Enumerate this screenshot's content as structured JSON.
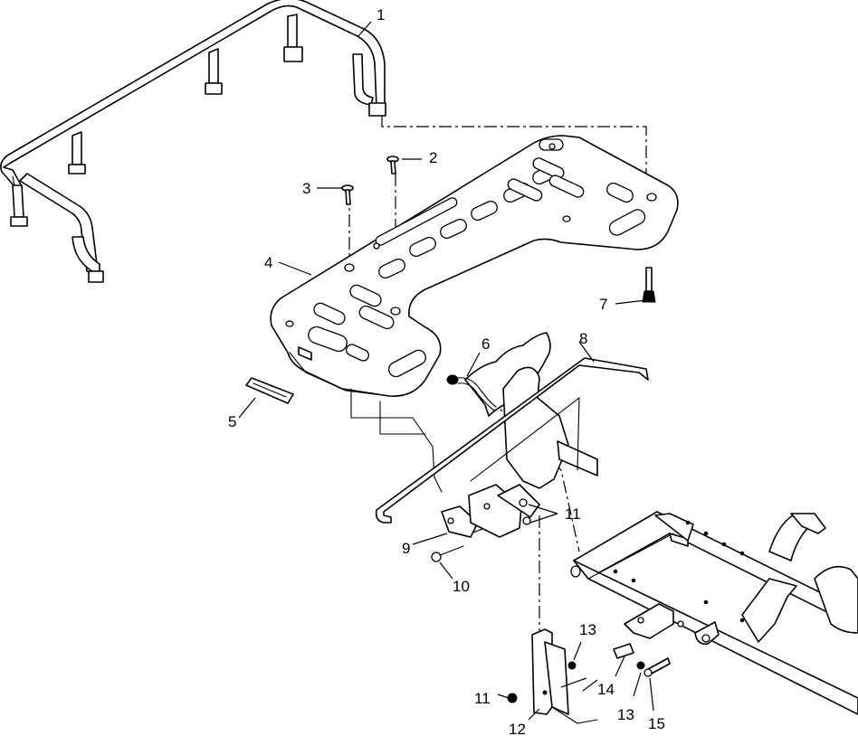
{
  "diagram": {
    "callouts": [
      {
        "id": "c1",
        "label": "1"
      },
      {
        "id": "c2",
        "label": "2"
      },
      {
        "id": "c3",
        "label": "3"
      },
      {
        "id": "c4",
        "label": "4"
      },
      {
        "id": "c5",
        "label": "5"
      },
      {
        "id": "c6",
        "label": "6"
      },
      {
        "id": "c7",
        "label": "7"
      },
      {
        "id": "c8",
        "label": "8"
      },
      {
        "id": "c9",
        "label": "9"
      },
      {
        "id": "c10",
        "label": "10"
      },
      {
        "id": "c11a",
        "label": "11"
      },
      {
        "id": "c11b",
        "label": "11"
      },
      {
        "id": "c12",
        "label": "12"
      },
      {
        "id": "c13a",
        "label": "13"
      },
      {
        "id": "c13b",
        "label": "13"
      },
      {
        "id": "c14",
        "label": "14"
      },
      {
        "id": "c15",
        "label": "15"
      }
    ]
  }
}
